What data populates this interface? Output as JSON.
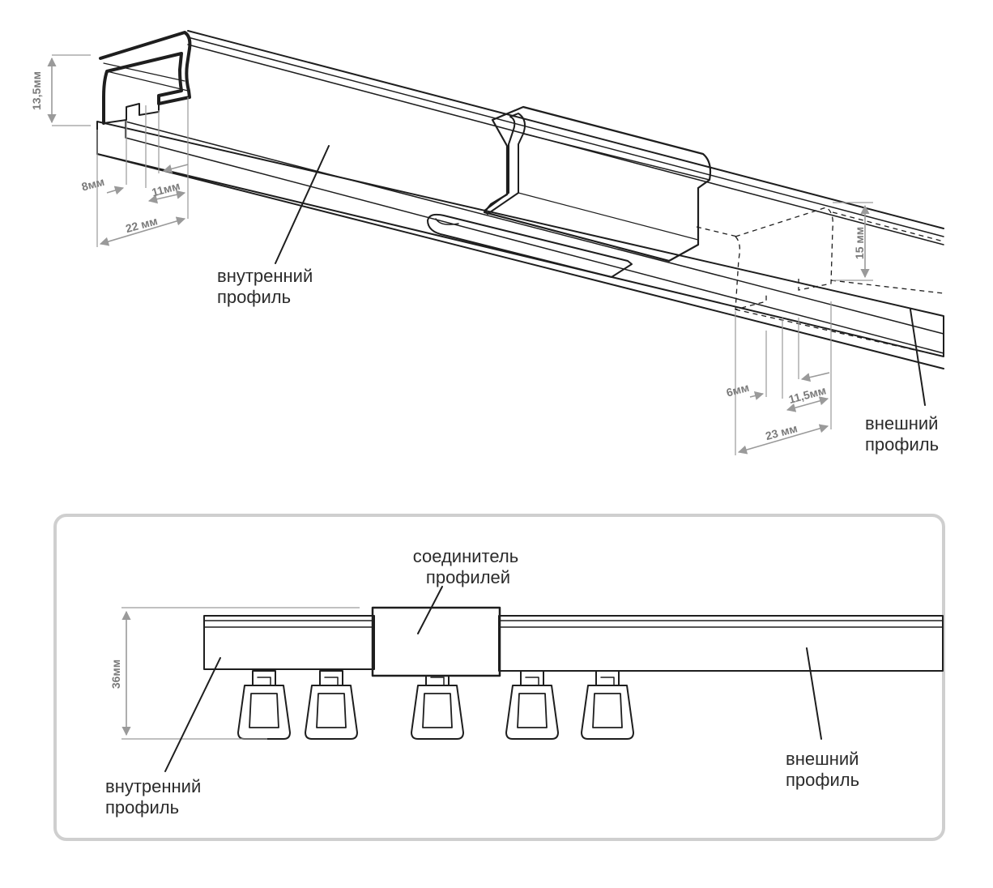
{
  "top_view": {
    "inner_profile_label": [
      "внутренний",
      "профиль"
    ],
    "outer_profile_label": [
      "внешний",
      "профиль"
    ],
    "inner_dims": {
      "height": "13,5мм",
      "slot": "8мм",
      "inner": "11мм",
      "width": "22 мм"
    },
    "outer_dims": {
      "height": "15 мм",
      "slot": "6мм",
      "inner": "11,5мм",
      "width": "23 мм"
    }
  },
  "bottom_view": {
    "connector_label": [
      "соединитель",
      "профилей"
    ],
    "inner_profile_label": [
      "внутренний",
      "профиль"
    ],
    "outer_profile_label": [
      "внешний",
      "профиль"
    ],
    "height_dim": "36мм"
  },
  "colors": {
    "line": "#1e1e1e",
    "dimension": "#9a9a9a",
    "groove": "#d9d9d9",
    "panel_border": "#cfcfcf"
  }
}
